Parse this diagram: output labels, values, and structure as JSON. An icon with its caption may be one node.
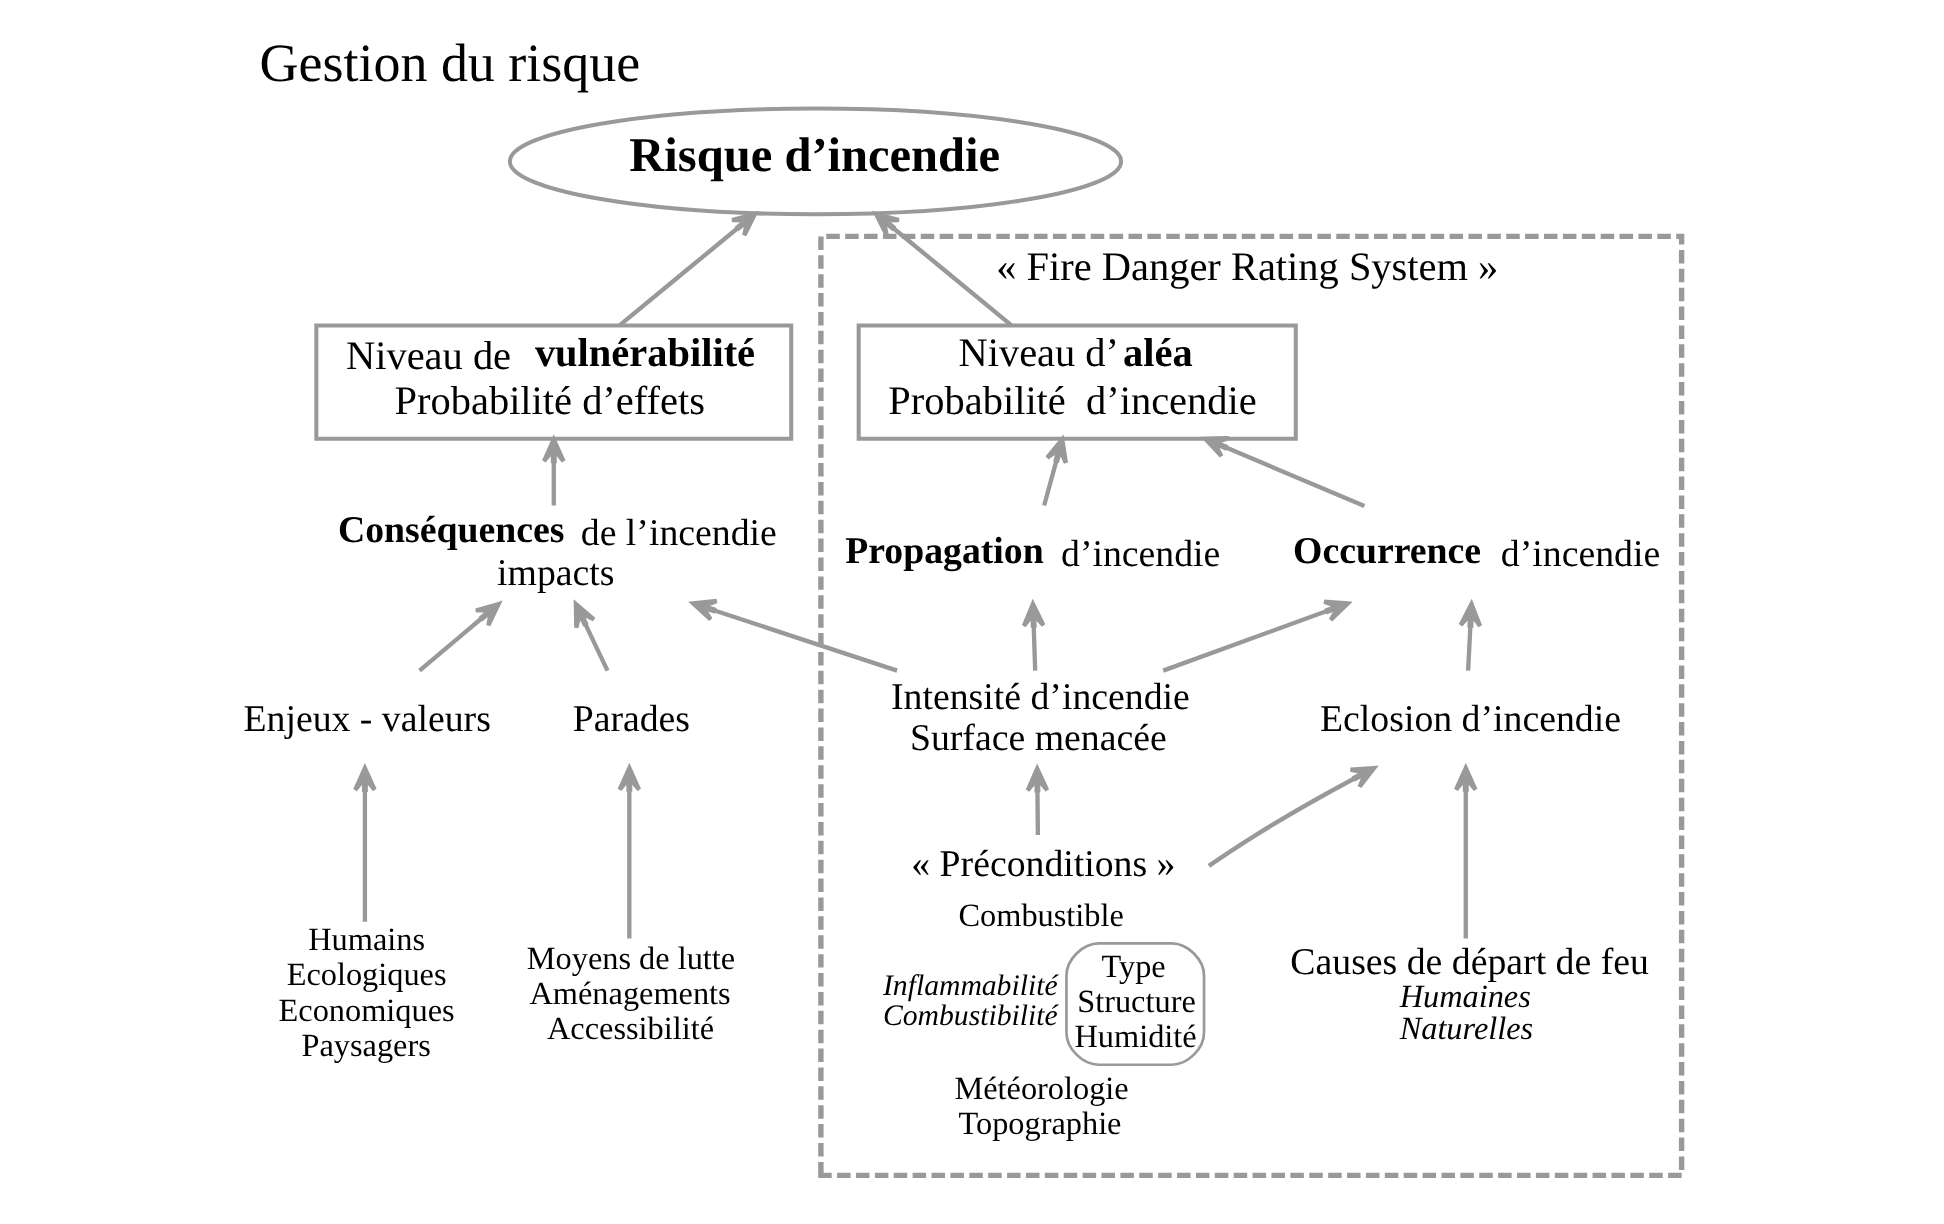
{
  "diagram": {
    "title": "Gestion du risque",
    "nodes": [
      {
        "text": [
          "Risque d’incendie"
        ]
      },
      {
        "text": [
          "« Fire Danger Rating System »"
        ]
      },
      {
        "text": [
          "Niveau d’**aléa**",
          "Probabilité  d’incendie"
        ],
        "in": 1
      },
      {
        "text": [
          "**Occurrence** d’incendie"
        ],
        "in": 1
      },
      {
        "text": [
          "**Propagation** d’incendie"
        ],
        "in": 1
      },
      {
        "text": [
          "Eclosion d’incendie"
        ],
        "in": 1
      },
      {
        "text": [
          "Intensité d’incendie",
          "Surface menacée"
        ],
        "in": 1
      },
      {
        "text": [
          "Causes de départ de feu",
          "Humaines Naturelles"
        ],
        "in": 1
      },
      {
        "text": [
          "« Préconditions »",
          "Combustible",
          "Inflammabilité Combustibilité",
          "Type Structure Humidité",
          "Météorologie Topographie"
        ],
        "in": 1
      },
      {
        "text": [
          "Niveau de **vulnérabilité**",
          "Probabilité d’effets"
        ]
      },
      {
        "text": [
          "**Conséquences** de l’incendie",
          "impacts"
        ]
      },
      {
        "text": [
          "Enjeux - valeurs"
        ]
      },
      {
        "text": [
          "Parades"
        ]
      },
      {
        "text": [
          "Humains Ecologiques Economiques Paysagers"
        ]
      },
      {
        "text": [
          "Moyens de lutte Aménagements Accessibilité"
        ]
      }
    ],
    "edges": [
      {
        "from": 2,
        "to": 0,
        "arrow": "to"
      },
      {
        "from": 9,
        "to": 0,
        "arrow": "to"
      },
      {
        "from": 3,
        "to": 2,
        "arrow": "to"
      },
      {
        "from": 4,
        "to": 2,
        "arrow": "to"
      },
      {
        "from": 5,
        "to": 3,
        "arrow": "to"
      },
      {
        "from": 6,
        "to": 3,
        "arrow": "to"
      },
      {
        "from": 6,
        "to": 4,
        "arrow": "to"
      },
      {
        "from": 8,
        "to": 6,
        "arrow": "to"
      },
      {
        "from": 8,
        "to": 5,
        "arrow": "to"
      },
      {
        "from": 7,
        "to": 5,
        "arrow": "to"
      },
      {
        "from": 6,
        "to": 10,
        "arrow": "to"
      },
      {
        "from": 11,
        "to": 10,
        "arrow": "to"
      },
      {
        "from": 12,
        "to": 10,
        "arrow": "to"
      },
      {
        "from": 10,
        "to": 9,
        "arrow": "to"
      },
      {
        "from": 13,
        "to": 11,
        "arrow": "to"
      },
      {
        "from": 14,
        "to": 12,
        "arrow": "to"
      }
    ]
  }
}
